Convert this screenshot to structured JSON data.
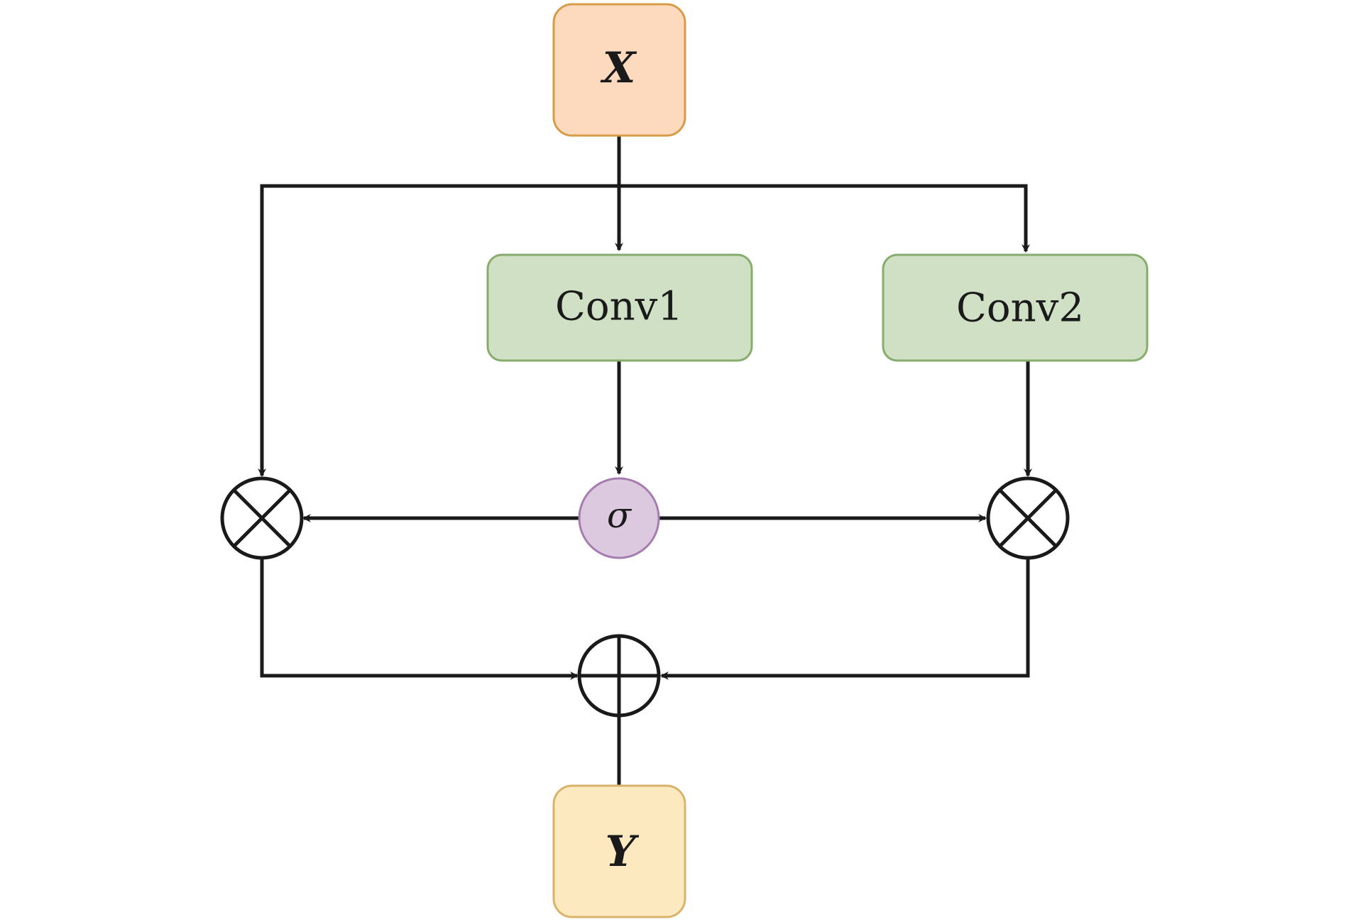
{
  "nodes": {
    "input": {
      "label": "X",
      "fill": "#FDD9BD",
      "stroke": "#D69C48"
    },
    "conv1": {
      "label": "Conv1",
      "fill": "#D0E0C4",
      "stroke": "#86AD6D"
    },
    "conv2": {
      "label": "Conv2",
      "fill": "#D0E0C4",
      "stroke": "#86AD6D"
    },
    "sigmoid": {
      "label": "σ",
      "fill": "#DCC9DF",
      "stroke": "#A67DB0"
    },
    "output": {
      "label": "Y",
      "fill": "#FDE9C0",
      "stroke": "#D9B36A"
    }
  },
  "operators": {
    "multiply_left": "multiply",
    "multiply_right": "multiply",
    "add": "add"
  },
  "edge_color": "#1a1a1a"
}
